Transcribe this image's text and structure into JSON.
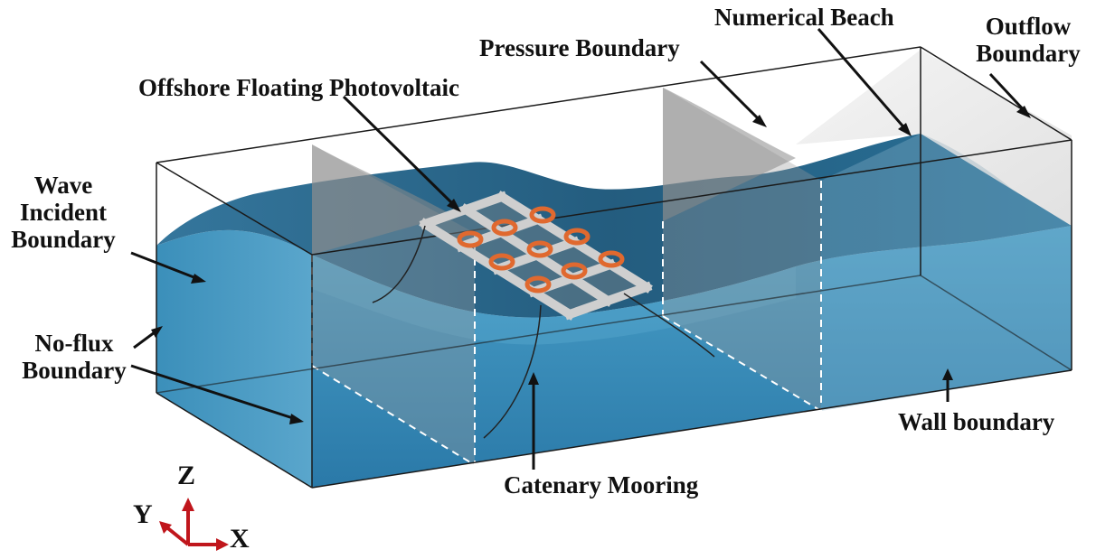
{
  "labels": {
    "numerical_beach": "Numerical Beach",
    "outflow_line1": "Outflow",
    "outflow_line2": "Boundary",
    "pressure_boundary": "Pressure Boundary",
    "offshore_fpv": "Offshore Floating Photovoltaic",
    "wave_line1": "Wave",
    "wave_line2": "Incident",
    "wave_line3": "Boundary",
    "noflux_line1": "No-flux",
    "noflux_line2": "Boundary",
    "wall_boundary": "Wall boundary",
    "catenary_mooring": "Catenary Mooring"
  },
  "axes": {
    "z": "Z",
    "y": "Y",
    "x": "X"
  },
  "colors": {
    "water_surface": "#1f5f88",
    "water_side": "#2f87b3",
    "water_front": "#3a95c2",
    "panel_gray": "#a9a9a9",
    "float_orange": "#e0692f",
    "axis_red": "#c0161c",
    "outline": "#1a1a1a"
  }
}
